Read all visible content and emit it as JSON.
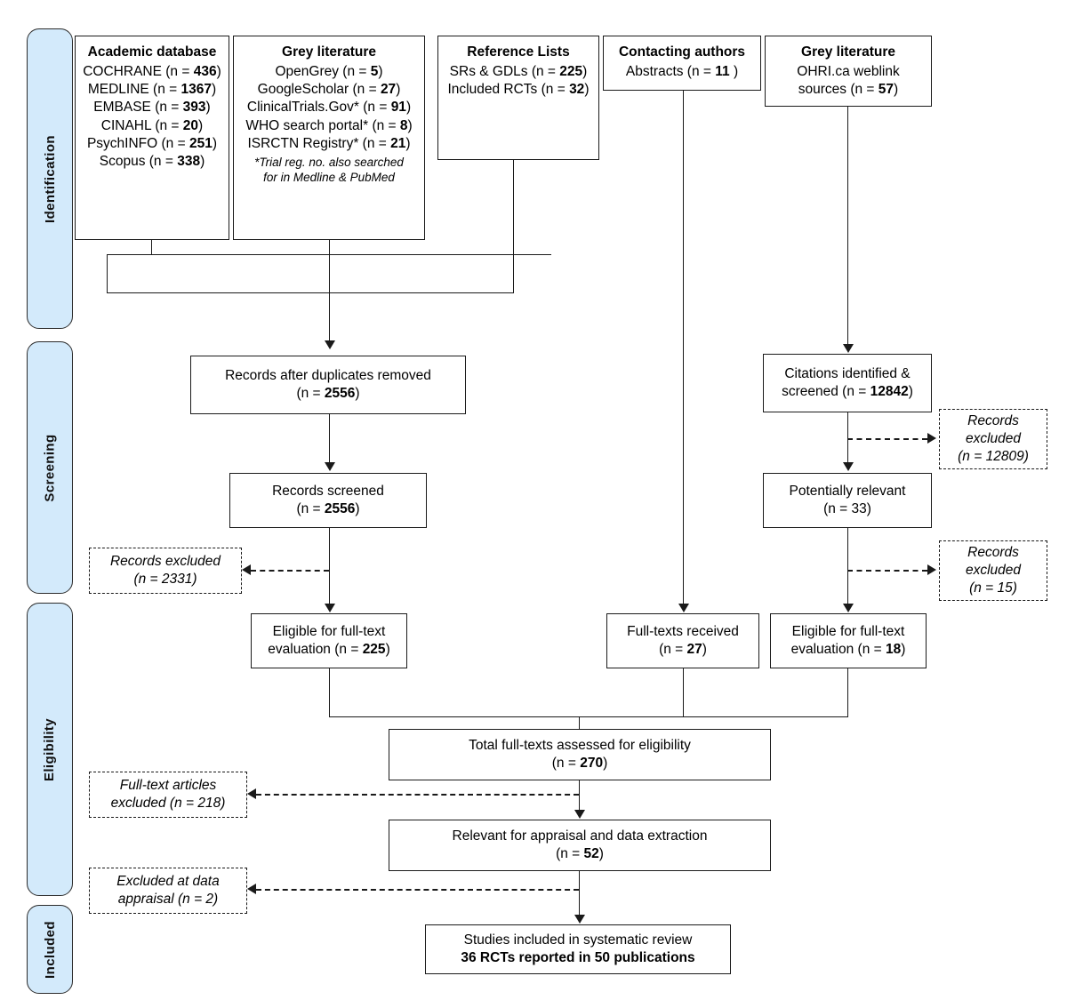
{
  "phases": [
    {
      "label": "Identification"
    },
    {
      "label": "Screening"
    },
    {
      "label": "Eligibility"
    },
    {
      "label": "Included"
    }
  ],
  "sources": {
    "academic": {
      "title": "Academic database",
      "rows": [
        "COCHRANE  (n = 436)",
        "MEDLINE  (n = 1367)",
        "EMBASE (n = 393)",
        "CINAHL (n = 20)",
        "PsychINFO  (n = 251)",
        "Scopus (n = 338)"
      ]
    },
    "grey_left": {
      "title": "Grey literature",
      "rows": [
        "OpenGrey (n = 5)",
        "GoogleScholar (n = 27)",
        "ClinicalTrials.Gov* (n = 91)",
        "WHO search portal* (n = 8)",
        "ISRCTN  Registry* (n = 21)"
      ],
      "footnote_line1": "*Trial reg. no. also searched",
      "footnote_line2": "for in Medline & PubMed"
    },
    "reference_lists": {
      "title": "Reference Lists",
      "rows": [
        "SRs & GDLs (n = 225)",
        "Included RCTs (n = 32)"
      ]
    },
    "contacting_authors": {
      "title": "Contacting authors",
      "rows": [
        "Abstracts (n = 11 )"
      ]
    },
    "grey_right": {
      "title": "Grey literature",
      "rows": [
        "OHRI.ca  weblink",
        "sources (n = 57)"
      ]
    }
  },
  "screening": {
    "duplicates_removed": {
      "line1": "Records after duplicates removed",
      "line2": "(n = 2556)"
    },
    "records_screened": {
      "line1": "Records screened",
      "line2": "(n = 2556)"
    },
    "records_excluded_left": {
      "line1": "Records excluded",
      "line2": "(n = 2331)"
    },
    "citations_identified": {
      "line1": "Citations identified &",
      "line2": "screened (n = 12842)"
    },
    "records_excluded_right_top": {
      "line1": "Records",
      "line2": "excluded",
      "line3": "(n = 12809)"
    },
    "potentially_relevant": {
      "line1": "Potentially relevant",
      "line2": "(n = 33)"
    },
    "records_excluded_right_bottom": {
      "line1": "Records",
      "line2": "excluded",
      "line3": "(n = 15)"
    }
  },
  "eligibility": {
    "eligible_left": {
      "line1": "Eligible for full-text",
      "line2": "evaluation (n = 225)"
    },
    "full_texts_received": {
      "line1": "Full-texts received",
      "line2": "(n = 27)"
    },
    "eligible_right": {
      "line1": "Eligible for full-text",
      "line2": "evaluation (n = 18)"
    },
    "total_assessed": {
      "line1": "Total full-texts assessed for eligibility",
      "line2": "(n = 270)"
    },
    "fulltext_excluded": {
      "line1": "Full-text articles",
      "line2": "excluded (n = 218)"
    },
    "relevant_appraisal": {
      "line1": "Relevant for appraisal and data extraction",
      "line2": "(n = 52)"
    },
    "excluded_appraisal": {
      "line1": "Excluded at data",
      "line2": "appraisal (n = 2)"
    }
  },
  "included": {
    "studies_included": {
      "line1": "Studies included in systematic review",
      "line2": "36 RCTs  reported in 50 publications"
    }
  },
  "colors": {
    "phase_tab_fill": "#d3eafb",
    "line": "#1a1a1a",
    "box_border": "#1a1a1a",
    "background": "#ffffff"
  }
}
